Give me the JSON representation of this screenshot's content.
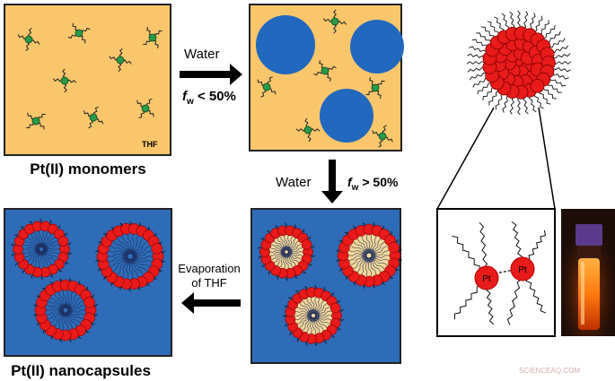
{
  "labels": {
    "step1_reagent": "Water",
    "step1_condition_var": "f",
    "step1_condition_sub": "w",
    "step1_condition_rest": " < 50%",
    "step2_reagent": "Water",
    "step2_condition_var": "f",
    "step2_condition_sub": "w",
    "step2_condition_rest": " > 50%",
    "step3_line1": "Evaporation",
    "step3_line2": "of THF",
    "solvent_tag": "THF",
    "monomers_caption": "Pt(II) monomers",
    "nanocapsules_caption": "Pt(II) nanocapsules",
    "pt_atom_1": "Pt",
    "pt_atom_2": "Pt",
    "watermark": "SCIENCEAQ.COM"
  },
  "colors": {
    "thf_background": "#f9c66c",
    "water_background": "#2e6cb8",
    "water_droplet": "#2268bf",
    "pt_sphere": "#e81a1a",
    "monomer_core": "#2a9a4a",
    "capsule_core": "#f3d89a",
    "vial_glow": "#ff7a10"
  },
  "icons": {
    "arrow_right": "arrow-right-icon",
    "arrow_down": "arrow-down-icon",
    "arrow_left": "arrow-left-icon",
    "vial": "glowing-vial-photo"
  }
}
